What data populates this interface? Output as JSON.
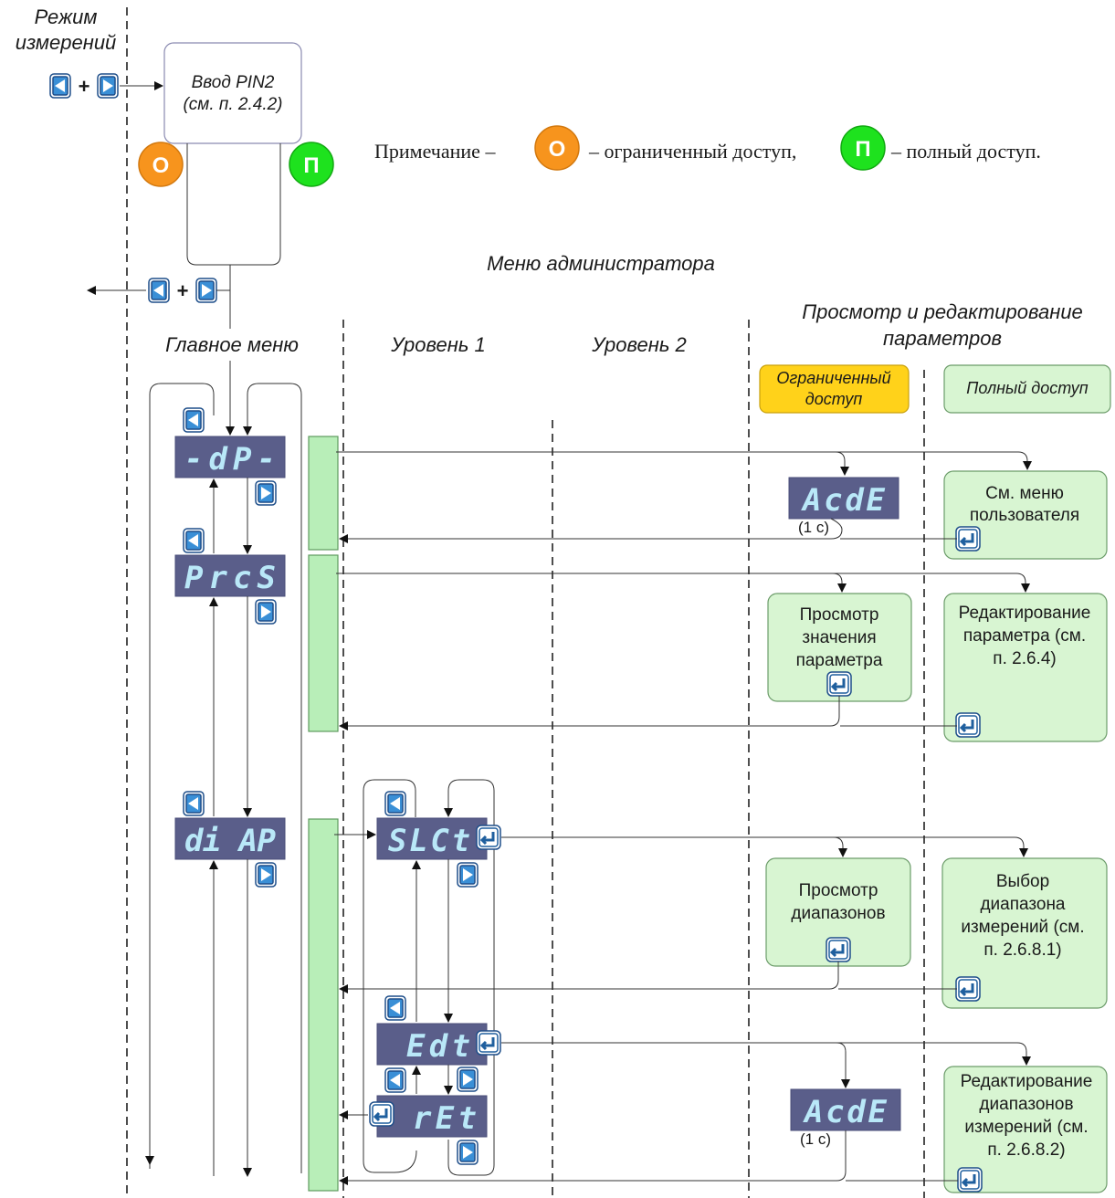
{
  "headers": {
    "measure_mode": [
      "Режим",
      "измерений"
    ],
    "pin_box": [
      "Ввод PIN2",
      "(см. п. 2.4.2)"
    ],
    "admin_menu": "Меню администратора",
    "main_menu": "Главное меню",
    "level1": "Уровень 1",
    "level2": "Уровень 2",
    "view_edit": [
      "Просмотр и редактирование",
      "параметров"
    ],
    "restricted_access": [
      "Ограниченный",
      "доступ"
    ],
    "full_access": "Полный доступ"
  },
  "note": {
    "prefix": "Примечание –",
    "restricted": "– ограниченный доступ,",
    "full": "–   полный доступ."
  },
  "badges": {
    "restricted": "О",
    "full": "П"
  },
  "displays": {
    "dp": "-dP-",
    "prcs": "PrcS",
    "diap": "di AP",
    "slct": "SLCt",
    "edt": "Edt",
    "ret": "rEt",
    "acde1": "AcdE",
    "acde2": "AcdE"
  },
  "timing": {
    "t1": "(1 с)",
    "t2": "(1 с)"
  },
  "boxes": {
    "user_menu": [
      "См. меню",
      "пользователя"
    ],
    "view_param": [
      "Просмотр",
      "значения",
      "параметра"
    ],
    "edit_param": [
      "Редактирование",
      "параметра (см.",
      "п. 2.6.4)"
    ],
    "view_ranges": [
      "Просмотр",
      "диапазонов"
    ],
    "select_range": [
      "Выбор",
      "диапазона",
      "измерений (см.",
      "п. 2.6.8.1)"
    ],
    "edit_ranges": [
      "Редактирование",
      "диапазонов",
      "измерений (см.",
      "п. 2.6.8.2)"
    ]
  },
  "plus_sign": "+",
  "colors": {
    "restricted": "#f7941d",
    "full": "#1ee21e",
    "lcd": "#5a5e8a",
    "lcd_text": "#b9e8f8",
    "green_box": "#d8f5d2",
    "orange_header": "#ffd21a",
    "key": "#3a8fd6"
  }
}
